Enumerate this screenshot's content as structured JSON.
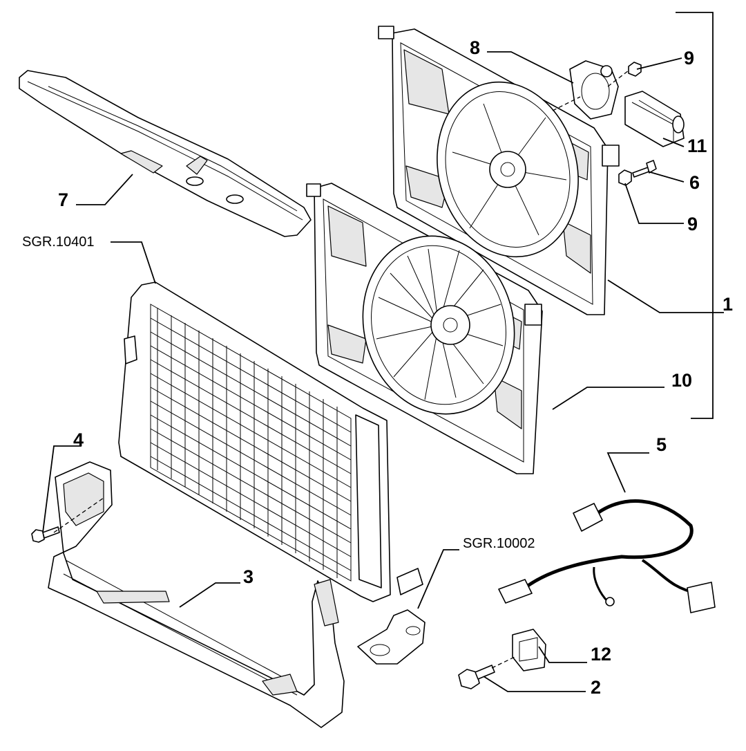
{
  "diagram": {
    "callouts": [
      {
        "id": "c1",
        "label": "1"
      },
      {
        "id": "c2",
        "label": "2"
      },
      {
        "id": "c3",
        "label": "3"
      },
      {
        "id": "c4",
        "label": "4"
      },
      {
        "id": "c5",
        "label": "5"
      },
      {
        "id": "c6",
        "label": "6"
      },
      {
        "id": "c7",
        "label": "7"
      },
      {
        "id": "c8",
        "label": "8"
      },
      {
        "id": "c9a",
        "label": "9"
      },
      {
        "id": "c9b",
        "label": "9"
      },
      {
        "id": "c10",
        "label": "10"
      },
      {
        "id": "c11",
        "label": "11"
      },
      {
        "id": "c12",
        "label": "12"
      }
    ],
    "references": [
      {
        "id": "r1",
        "label": "SGR.10401"
      },
      {
        "id": "r2",
        "label": "SGR.10002"
      }
    ]
  }
}
